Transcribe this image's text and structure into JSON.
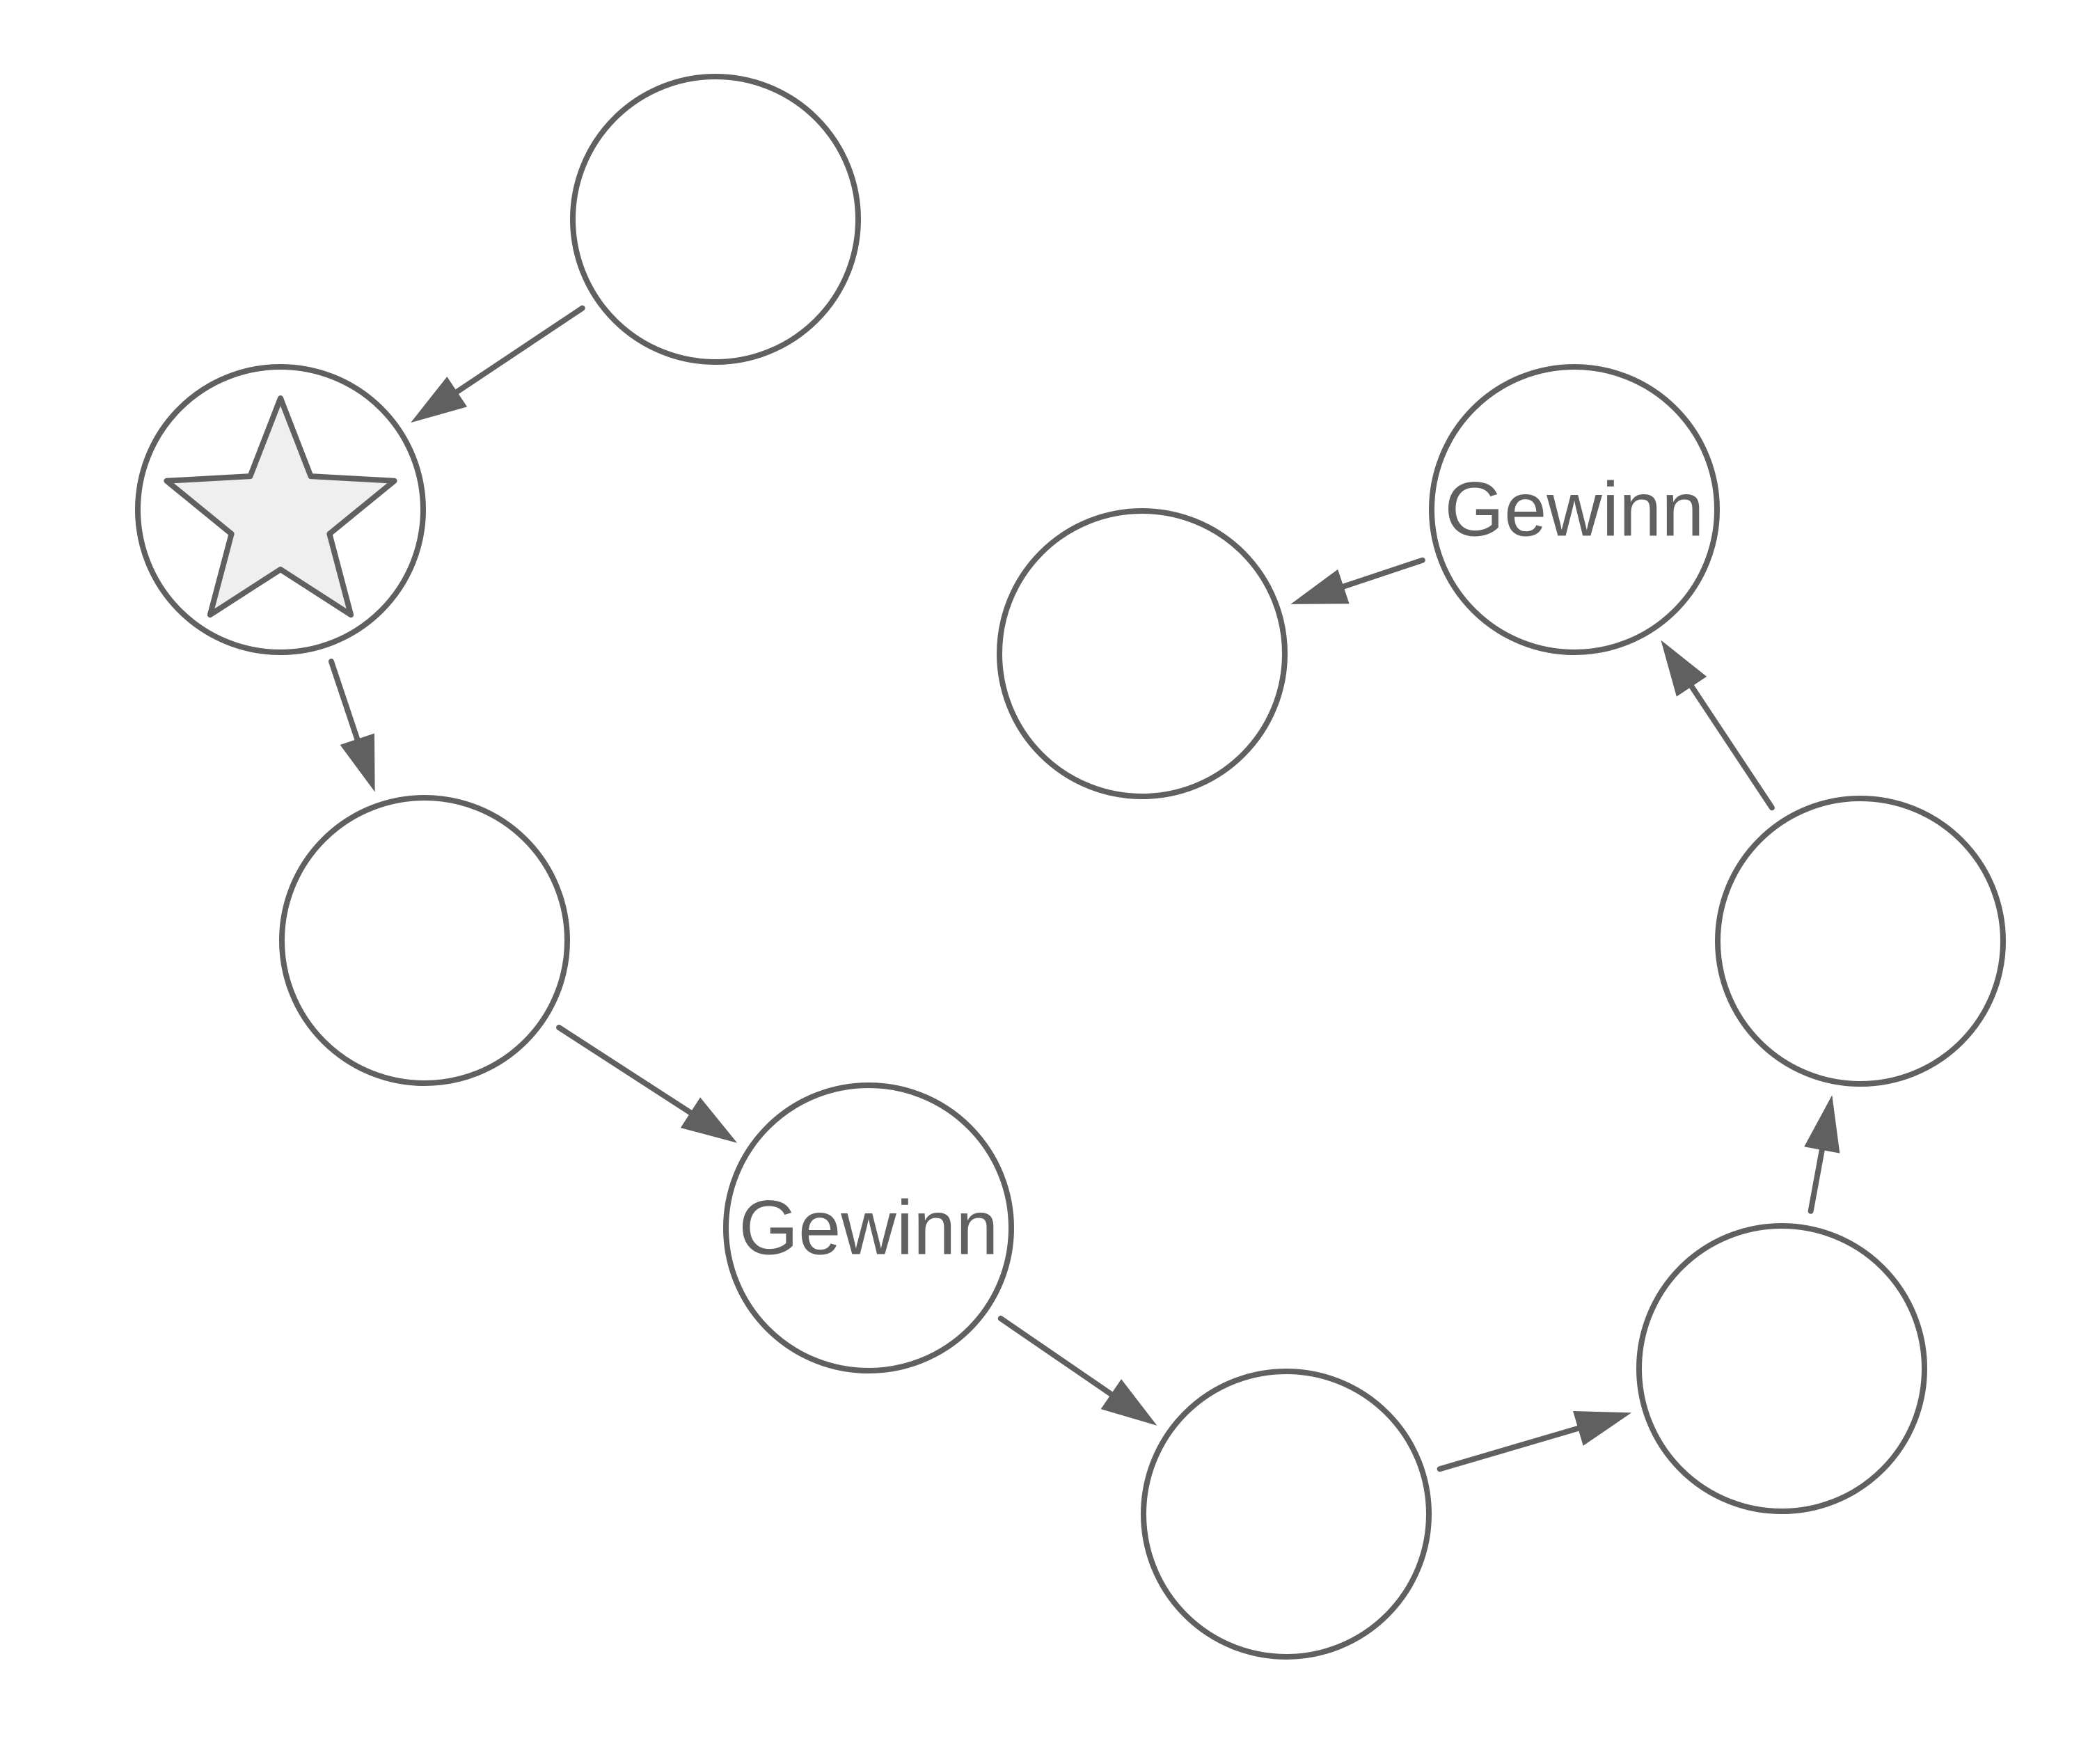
{
  "diagram": {
    "nodes": [
      {
        "id": "n1",
        "label": "",
        "icon": "none"
      },
      {
        "id": "n2",
        "label": "",
        "icon": "star-icon"
      },
      {
        "id": "n3",
        "label": "",
        "icon": "none"
      },
      {
        "id": "n4",
        "label": "Gewinn",
        "icon": "none"
      },
      {
        "id": "n5",
        "label": "",
        "icon": "none"
      },
      {
        "id": "n6",
        "label": "",
        "icon": "none"
      },
      {
        "id": "n7",
        "label": "",
        "icon": "none"
      },
      {
        "id": "n8",
        "label": "Gewinn",
        "icon": "none"
      },
      {
        "id": "n9",
        "label": "",
        "icon": "none"
      }
    ],
    "edges": [
      {
        "from": "n1",
        "to": "n2"
      },
      {
        "from": "n2",
        "to": "n3"
      },
      {
        "from": "n3",
        "to": "n4"
      },
      {
        "from": "n4",
        "to": "n5"
      },
      {
        "from": "n5",
        "to": "n6"
      },
      {
        "from": "n6",
        "to": "n7"
      },
      {
        "from": "n7",
        "to": "n8"
      },
      {
        "from": "n8",
        "to": "n9"
      }
    ],
    "colors": {
      "stroke": "#606060",
      "star_fill": "#efefef",
      "node_fill": "#ffffff"
    }
  }
}
